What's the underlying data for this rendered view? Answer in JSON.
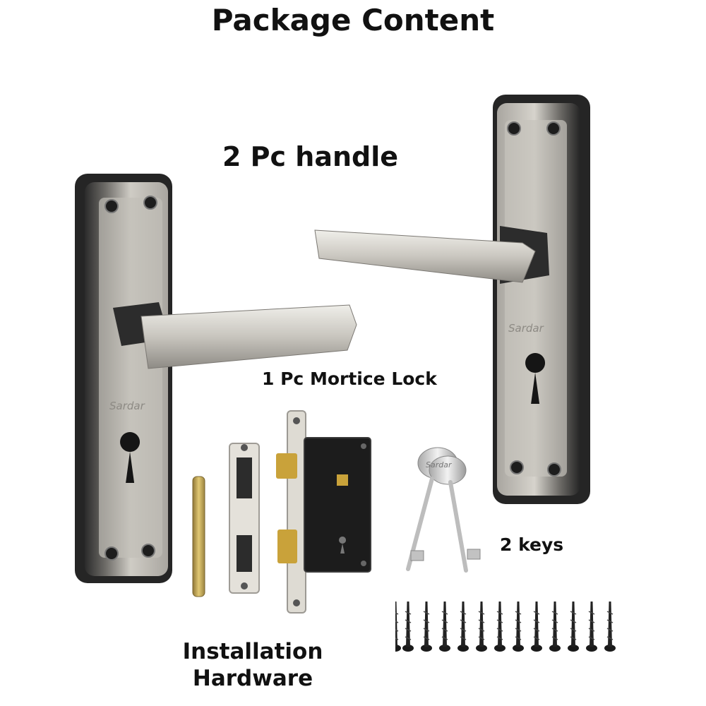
{
  "title": "Package Content",
  "labels": {
    "handles": "2 Pc handle",
    "mortice_lock": "1 Pc Mortice Lock",
    "keys": "2 keys",
    "installation_line1": "Installation",
    "installation_line2": "Hardware"
  },
  "brand_mark": "Sardar",
  "colors": {
    "background": "#ffffff",
    "satin_nickel": "#b8b5ae",
    "black_chrome": "#2a2a2a",
    "brass": "#c9a23a",
    "lock_body": "#1c1c1c"
  },
  "items": {
    "handles_count": 2,
    "lock_count": 1,
    "keys_count": 2,
    "screws_count": 12
  }
}
